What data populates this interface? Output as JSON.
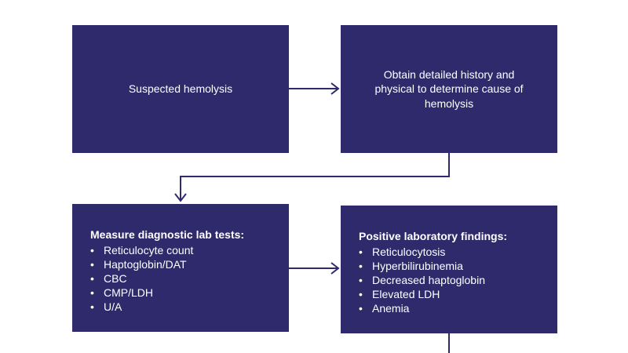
{
  "nodes": {
    "suspected": {
      "label": "Suspected hemolysis"
    },
    "history": {
      "label": "Obtain detailed history and physical to determine cause of hemolysis"
    },
    "labs": {
      "heading": "Measure diagnostic lab tests:",
      "items": [
        "Reticulocyte count",
        "Haptoglobin/DAT",
        "CBC",
        "CMP/LDH",
        "U/A"
      ]
    },
    "findings": {
      "heading": "Positive laboratory findings:",
      "items": [
        "Reticulocytosis",
        "Hyperbilirubinemia",
        "Decreased haptoglobin",
        "Elevated LDH",
        "Anemia"
      ]
    }
  },
  "edges": [
    {
      "from": "suspected",
      "to": "history"
    },
    {
      "from": "history",
      "to": "labs"
    },
    {
      "from": "labs",
      "to": "findings"
    }
  ],
  "colors": {
    "box_fill": "#2e2a6b",
    "box_text": "#ffffff",
    "connector": "#2e2a6b"
  }
}
